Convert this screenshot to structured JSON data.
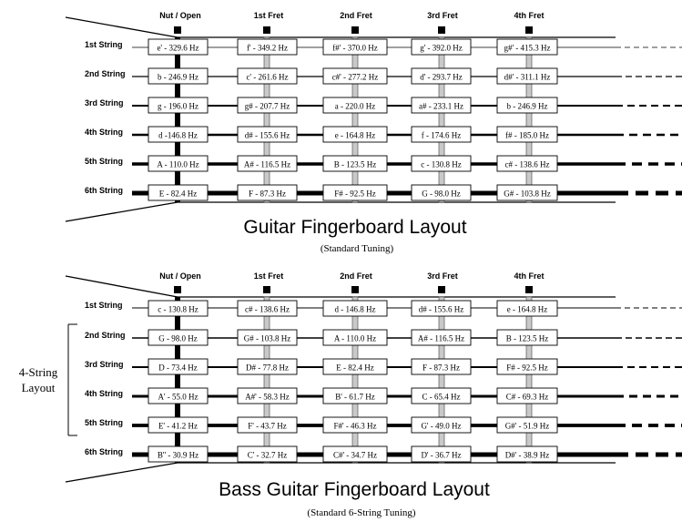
{
  "guitar": {
    "title": "Guitar Fingerboard Layout",
    "subtitle": "(Standard Tuning)",
    "frets": [
      "Nut / Open",
      "1st Fret",
      "2nd Fret",
      "3rd Fret",
      "4th Fret"
    ],
    "strings": [
      {
        "label": "1st String",
        "notes": [
          "e' - 329.6 Hz",
          "f' - 349.2 Hz",
          "f#' - 370.0 Hz",
          "g' - 392.0 Hz",
          "g#' - 415.3 Hz"
        ]
      },
      {
        "label": "2nd String",
        "notes": [
          "b - 246.9 Hz",
          "c' - 261.6 Hz",
          "c#' - 277.2 Hz",
          "d' - 293.7 Hz",
          "d#' - 311.1 Hz"
        ]
      },
      {
        "label": "3rd String",
        "notes": [
          "g - 196.0 Hz",
          "g# - 207.7 Hz",
          "a - 220.0 Hz",
          "a# - 233.1 Hz",
          "b - 246.9 Hz"
        ]
      },
      {
        "label": "4th String",
        "notes": [
          "d -146.8 Hz",
          "d# - 155.6 Hz",
          "e - 164.8 Hz",
          "f - 174.6 Hz",
          "f# - 185.0 Hz"
        ]
      },
      {
        "label": "5th String",
        "notes": [
          "A - 110.0 Hz",
          "A# - 116.5 Hz",
          "B - 123.5 Hz",
          "c - 130.8 Hz",
          "c# - 138.6 Hz"
        ]
      },
      {
        "label": "6th String",
        "notes": [
          "E - 82.4 Hz",
          "F - 87.3 Hz",
          "F# - 92.5 Hz",
          "G - 98.0 Hz",
          "G# - 103.8 Hz"
        ]
      }
    ]
  },
  "bass": {
    "title": "Bass Guitar Fingerboard Layout",
    "subtitle": "(Standard 6-String Tuning)",
    "side_label_1": "4-String",
    "side_label_2": "Layout",
    "frets": [
      "Nut / Open",
      "1st Fret",
      "2nd Fret",
      "3rd Fret",
      "4th Fret"
    ],
    "strings": [
      {
        "label": "1st String",
        "notes": [
          "c - 130.8 Hz",
          "c# - 138.6 Hz",
          "d - 146.8 Hz",
          "d# - 155.6 Hz",
          "e - 164.8 Hz"
        ]
      },
      {
        "label": "2nd String",
        "notes": [
          "G - 98.0 Hz",
          "G# - 103.8 Hz",
          "A - 110.0 Hz",
          "A# - 116.5 Hz",
          "B - 123.5 Hz"
        ]
      },
      {
        "label": "3rd String",
        "notes": [
          "D - 73.4 Hz",
          "D# - 77.8 Hz",
          "E - 82.4 Hz",
          "F - 87.3 Hz",
          "F# - 92.5 Hz"
        ]
      },
      {
        "label": "4th String",
        "notes": [
          "A' - 55.0 Hz",
          "A#' - 58.3 Hz",
          "B' - 61.7 Hz",
          "C - 65.4 Hz",
          "C# - 69.3 Hz"
        ]
      },
      {
        "label": "5th String",
        "notes": [
          "E' - 41.2 Hz",
          "F' - 43.7 Hz",
          "F#' - 46.3 Hz",
          "G' - 49.0 Hz",
          "G#' - 51.9 Hz"
        ]
      },
      {
        "label": "6th String",
        "notes": [
          "B'' - 30.9 Hz",
          "C' - 32.7 Hz",
          "C#' - 34.7 Hz",
          "D' - 36.7 Hz",
          "D#' - 38.9 Hz"
        ]
      }
    ]
  }
}
